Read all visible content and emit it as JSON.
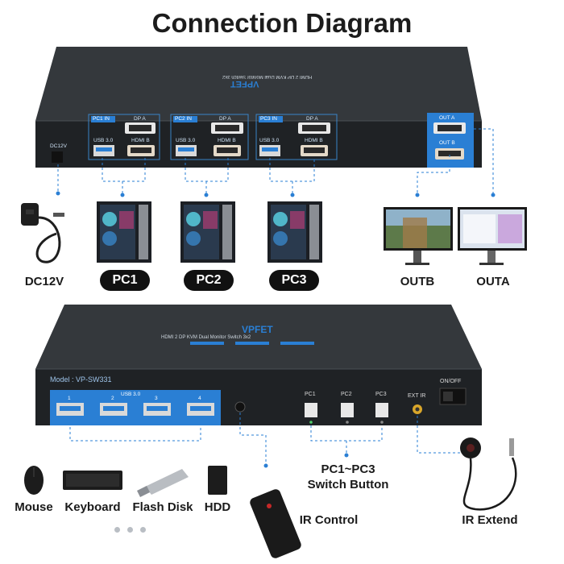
{
  "title": "Connection Diagram",
  "top_device": {
    "model_line": "HDMI 2 DP KVM Dual Monitor Switch 3x2",
    "brand": "VPFET",
    "power_label": "DC12V",
    "groups": [
      {
        "in_label": "PC1 IN",
        "dp_label": "DP A",
        "usb_label": "USB 3.0",
        "hdmi_label": "HDMI B"
      },
      {
        "in_label": "PC2 IN",
        "dp_label": "DP A",
        "usb_label": "USB 3.0",
        "hdmi_label": "HDMI B"
      },
      {
        "in_label": "PC3 IN",
        "dp_label": "DP A",
        "usb_label": "USB 3.0",
        "hdmi_label": "HDMI B"
      }
    ],
    "out_a_label": "OUT A",
    "out_b_label": "OUT B"
  },
  "top_labels": {
    "power": "DC12V",
    "pc1": "PC1",
    "pc2": "PC2",
    "pc3": "PC3",
    "outb": "OUTB",
    "outa": "OUTA"
  },
  "bottom_device": {
    "brand": "VPFET",
    "model_line": "HDMI 2 DP KVM Dual Monitor Switch 3x2",
    "model": "Model : VP-SW331",
    "usb_hub_label": "USB 3.0",
    "usb_numbers": [
      "1",
      "2",
      "3",
      "4"
    ],
    "pc_buttons": [
      "PC1",
      "PC2",
      "PC3"
    ],
    "ext_ir_label": "EXT IR",
    "onoff_label": "ON/OFF"
  },
  "bottom_labels": {
    "mouse": "Mouse",
    "keyboard": "Keyboard",
    "flash": "Flash Disk",
    "hdd": "HDD",
    "switch_button_line1": "PC1~PC3",
    "switch_button_line2": "Switch Button",
    "ir_control": "IR Control",
    "ir_extend": "IR Extend"
  },
  "colors": {
    "accent_blue": "#2a7fd4",
    "device_body": "#2b2f33",
    "pill": "#111111"
  }
}
